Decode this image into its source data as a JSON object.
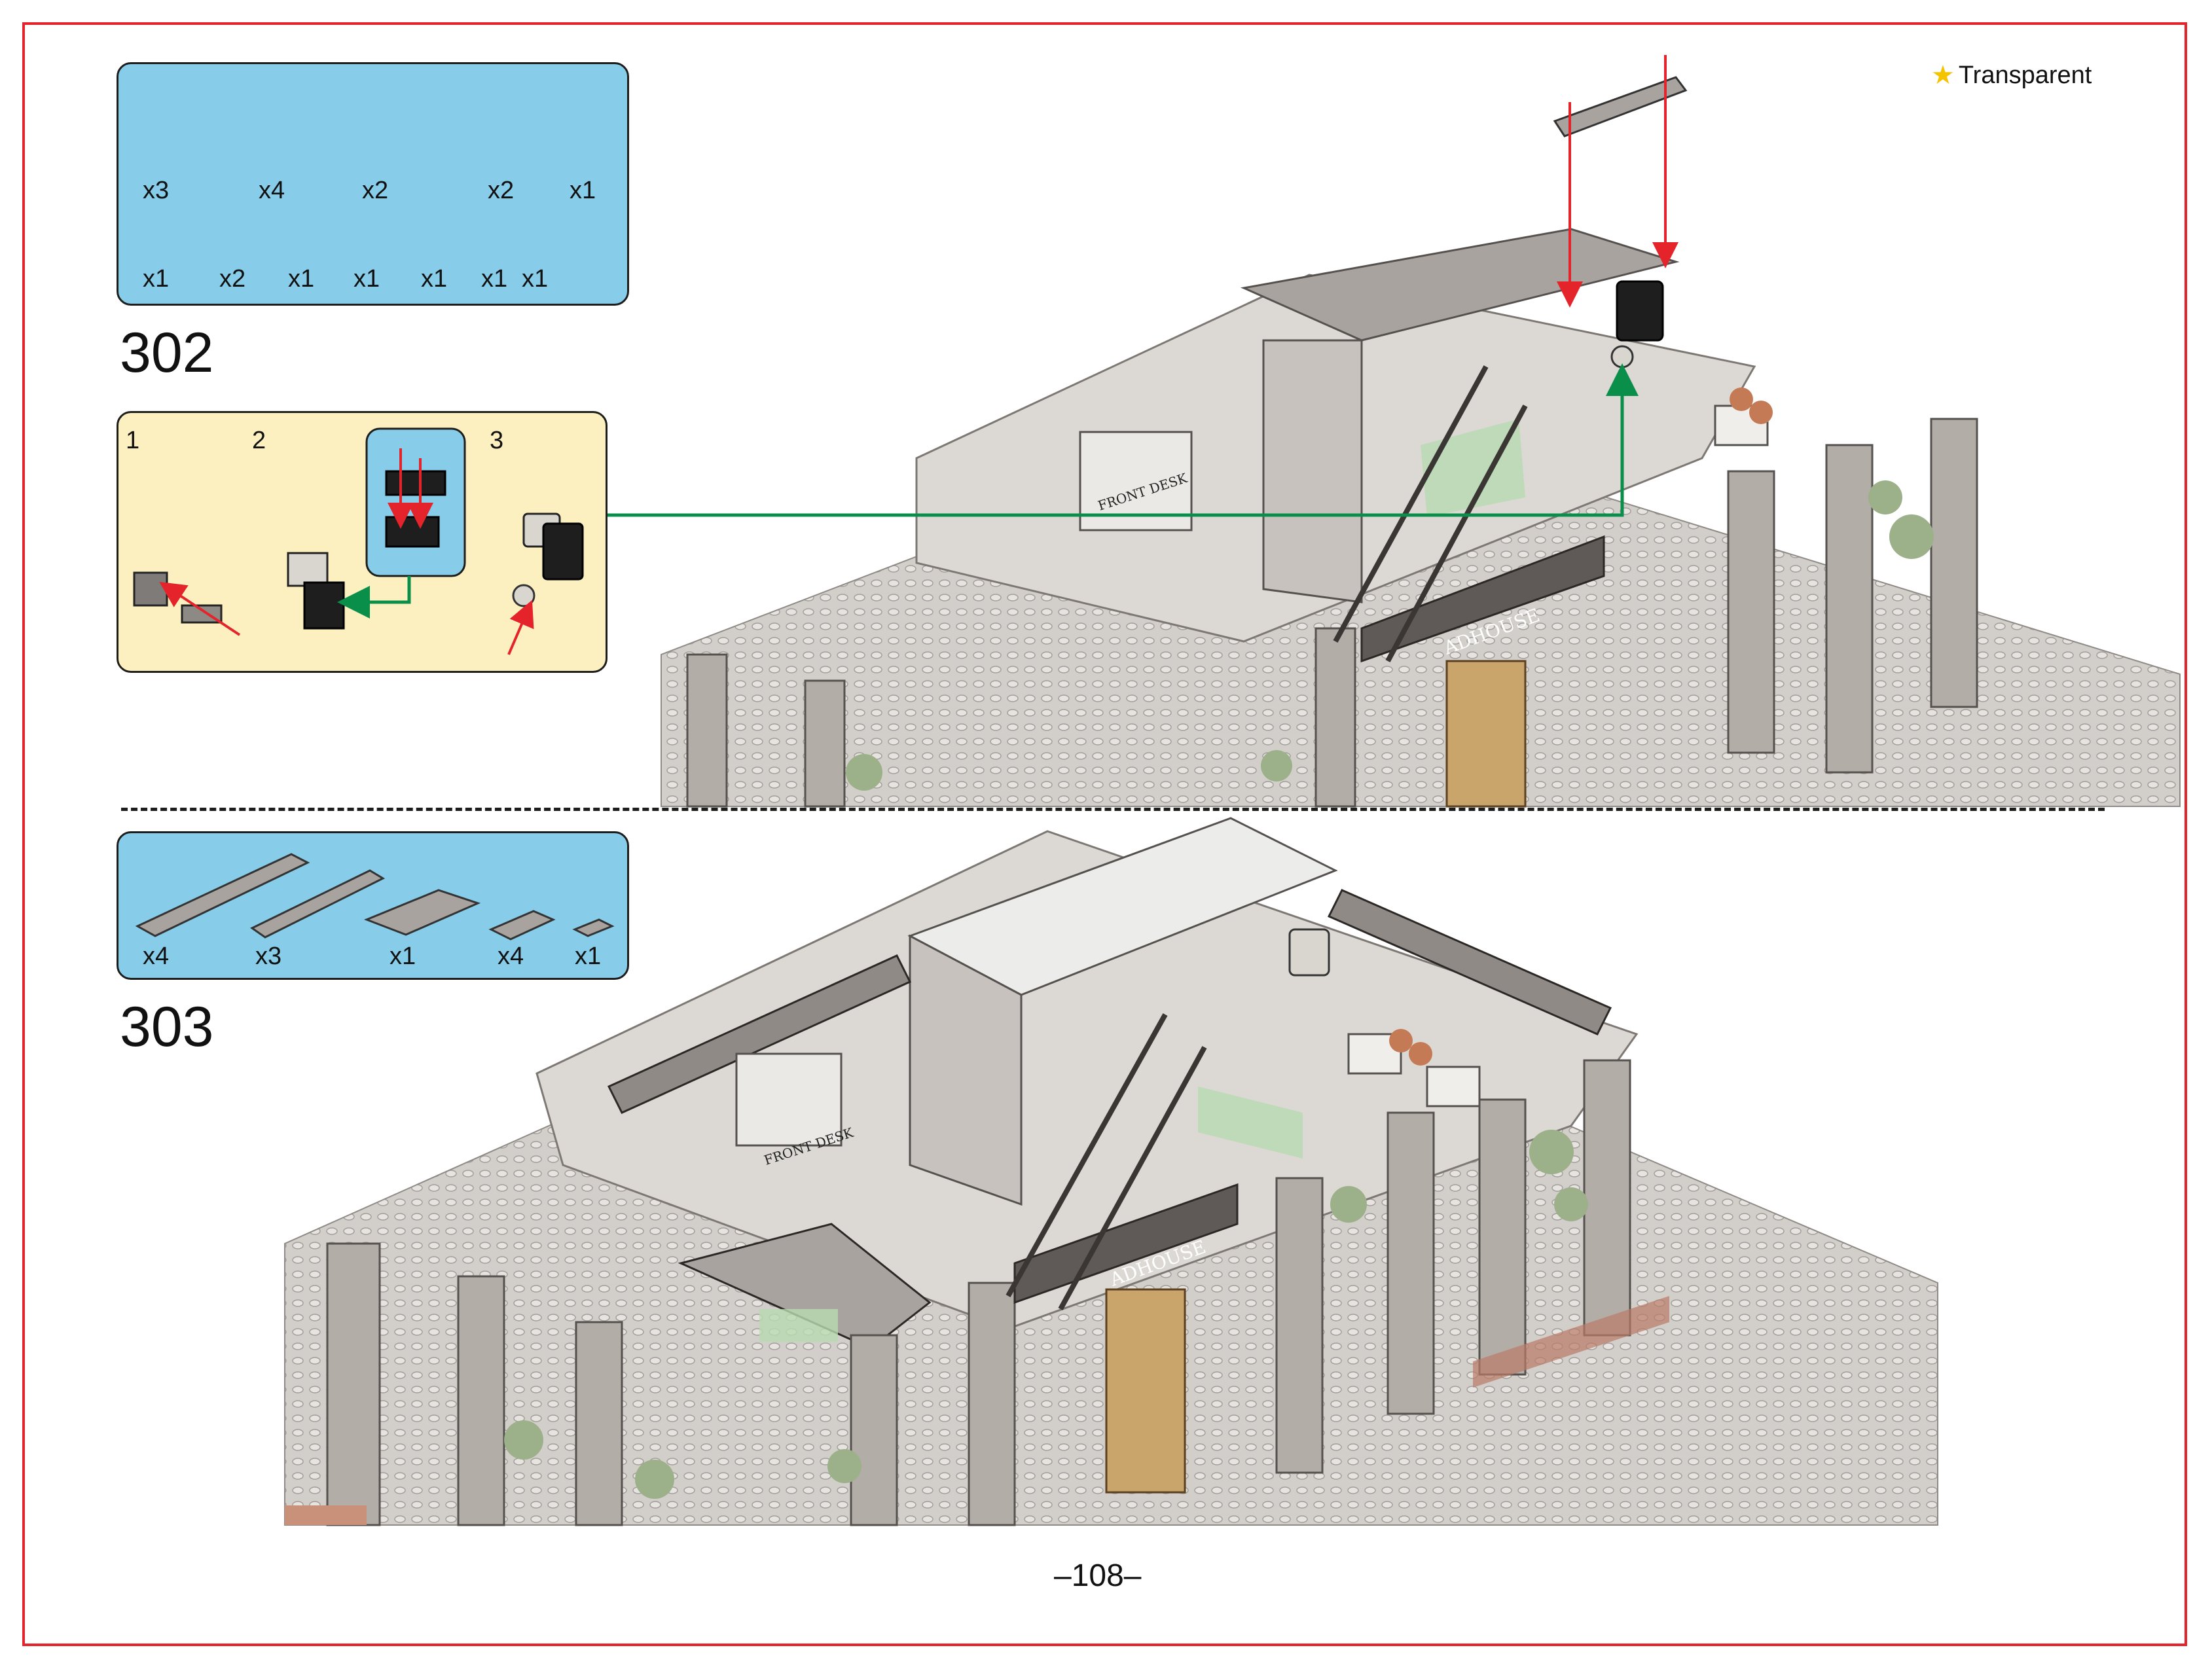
{
  "legend": {
    "star": "★",
    "label": "Transparent",
    "star_color": "#f5c400"
  },
  "colors": {
    "border_red": "#e5232b",
    "parts_blue": "#87cdea",
    "sub_yellow": "#fdf0c0",
    "arrow_green": "#0a8f4a"
  },
  "step302": {
    "number": "302",
    "parts_row1": [
      "x3",
      "x4",
      "x2",
      "x2",
      "x1"
    ],
    "parts_row2": [
      "x1",
      "x2",
      "x1",
      "x1",
      "x1",
      "x1",
      "x1"
    ],
    "subassembly_labels": [
      "1",
      "2",
      "3"
    ]
  },
  "step303": {
    "number": "303",
    "parts_row1": [
      "x4",
      "x3",
      "x1",
      "x4",
      "x1"
    ]
  },
  "model": {
    "sign_text": "ADHOUSE",
    "desk_sign": "FRONT DESK"
  },
  "page_number": "–108–"
}
